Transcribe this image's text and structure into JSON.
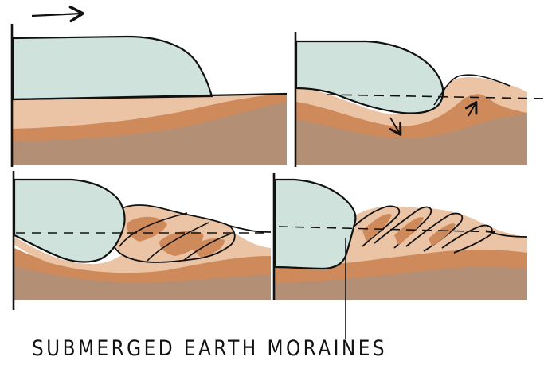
{
  "caption": "SUBMERGED EARTH MORAINES",
  "colors": {
    "ice": "#cfe3dc",
    "sediment_light": "#ebc4a6",
    "sediment_orange": "#cf8a5c",
    "bedrock": "#b28f75",
    "ink": "#111111"
  },
  "icons": [
    "arrow-right-icon",
    "arrow-down-icon",
    "arrow-up-icon"
  ],
  "panels": [
    {
      "name": "panel-top-left"
    },
    {
      "name": "panel-top-right"
    },
    {
      "name": "panel-bottom-left"
    },
    {
      "name": "panel-bottom-right"
    }
  ]
}
